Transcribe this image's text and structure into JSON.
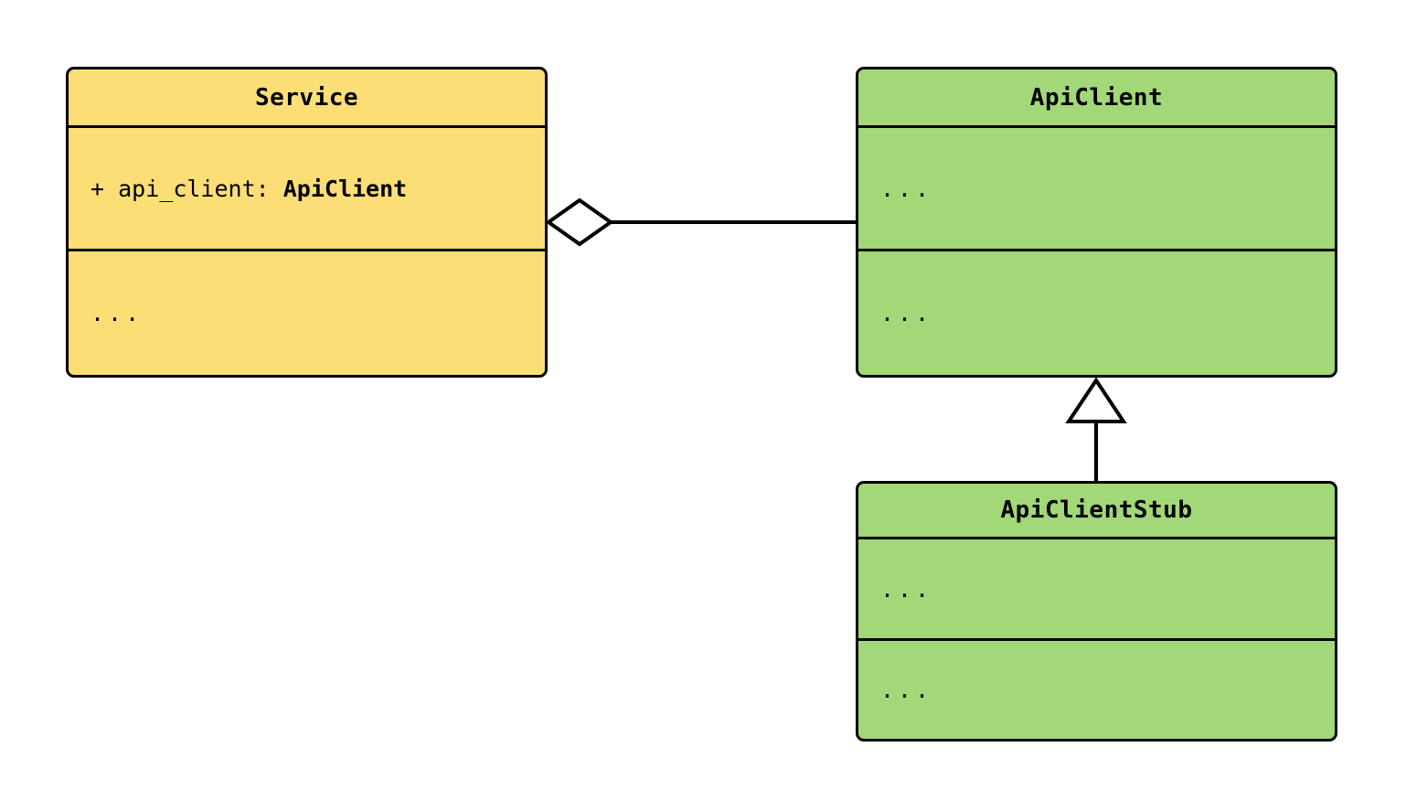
{
  "diagram": {
    "type": "uml-class-diagram",
    "background": "#ffffff",
    "colors": {
      "service_fill": "#fcde77",
      "client_fill": "#a2d878",
      "stroke": "#000000"
    },
    "classes": [
      {
        "id": "service",
        "name": "Service",
        "fill": "#fcde77",
        "attributes_text": "+ api_client: ApiClient",
        "attribute_visibility": "+ ",
        "attribute_name": "api_client: ",
        "attribute_type": "ApiClient",
        "methods_text": "..."
      },
      {
        "id": "api-client",
        "name": "ApiClient",
        "fill": "#a2d878",
        "attributes_text": "...",
        "methods_text": "..."
      },
      {
        "id": "api-client-stub",
        "name": "ApiClientStub",
        "fill": "#a2d878",
        "attributes_text": "...",
        "methods_text": "..."
      }
    ],
    "relationships": [
      {
        "id": "service-aggregates-api-client",
        "kind": "aggregation",
        "marker": "hollow-diamond",
        "source": "Service",
        "target": "ApiClient"
      },
      {
        "id": "stub-inherits-api-client",
        "kind": "generalization",
        "marker": "hollow-triangle",
        "source": "ApiClientStub",
        "target": "ApiClient"
      }
    ]
  }
}
